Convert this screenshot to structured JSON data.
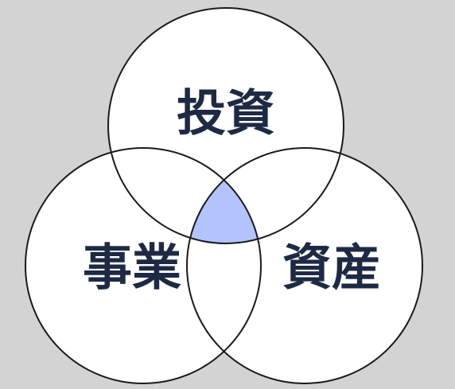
{
  "diagram": {
    "background_color": "#d3d3d3",
    "circle_fill": "#ffffff",
    "circle_stroke": "#1a1a1a",
    "intersection_fill": "#b3c3fb",
    "label_color": "#1e2a44",
    "sets": [
      {
        "label": "投資"
      },
      {
        "label": "事業"
      },
      {
        "label": "資産"
      }
    ]
  }
}
